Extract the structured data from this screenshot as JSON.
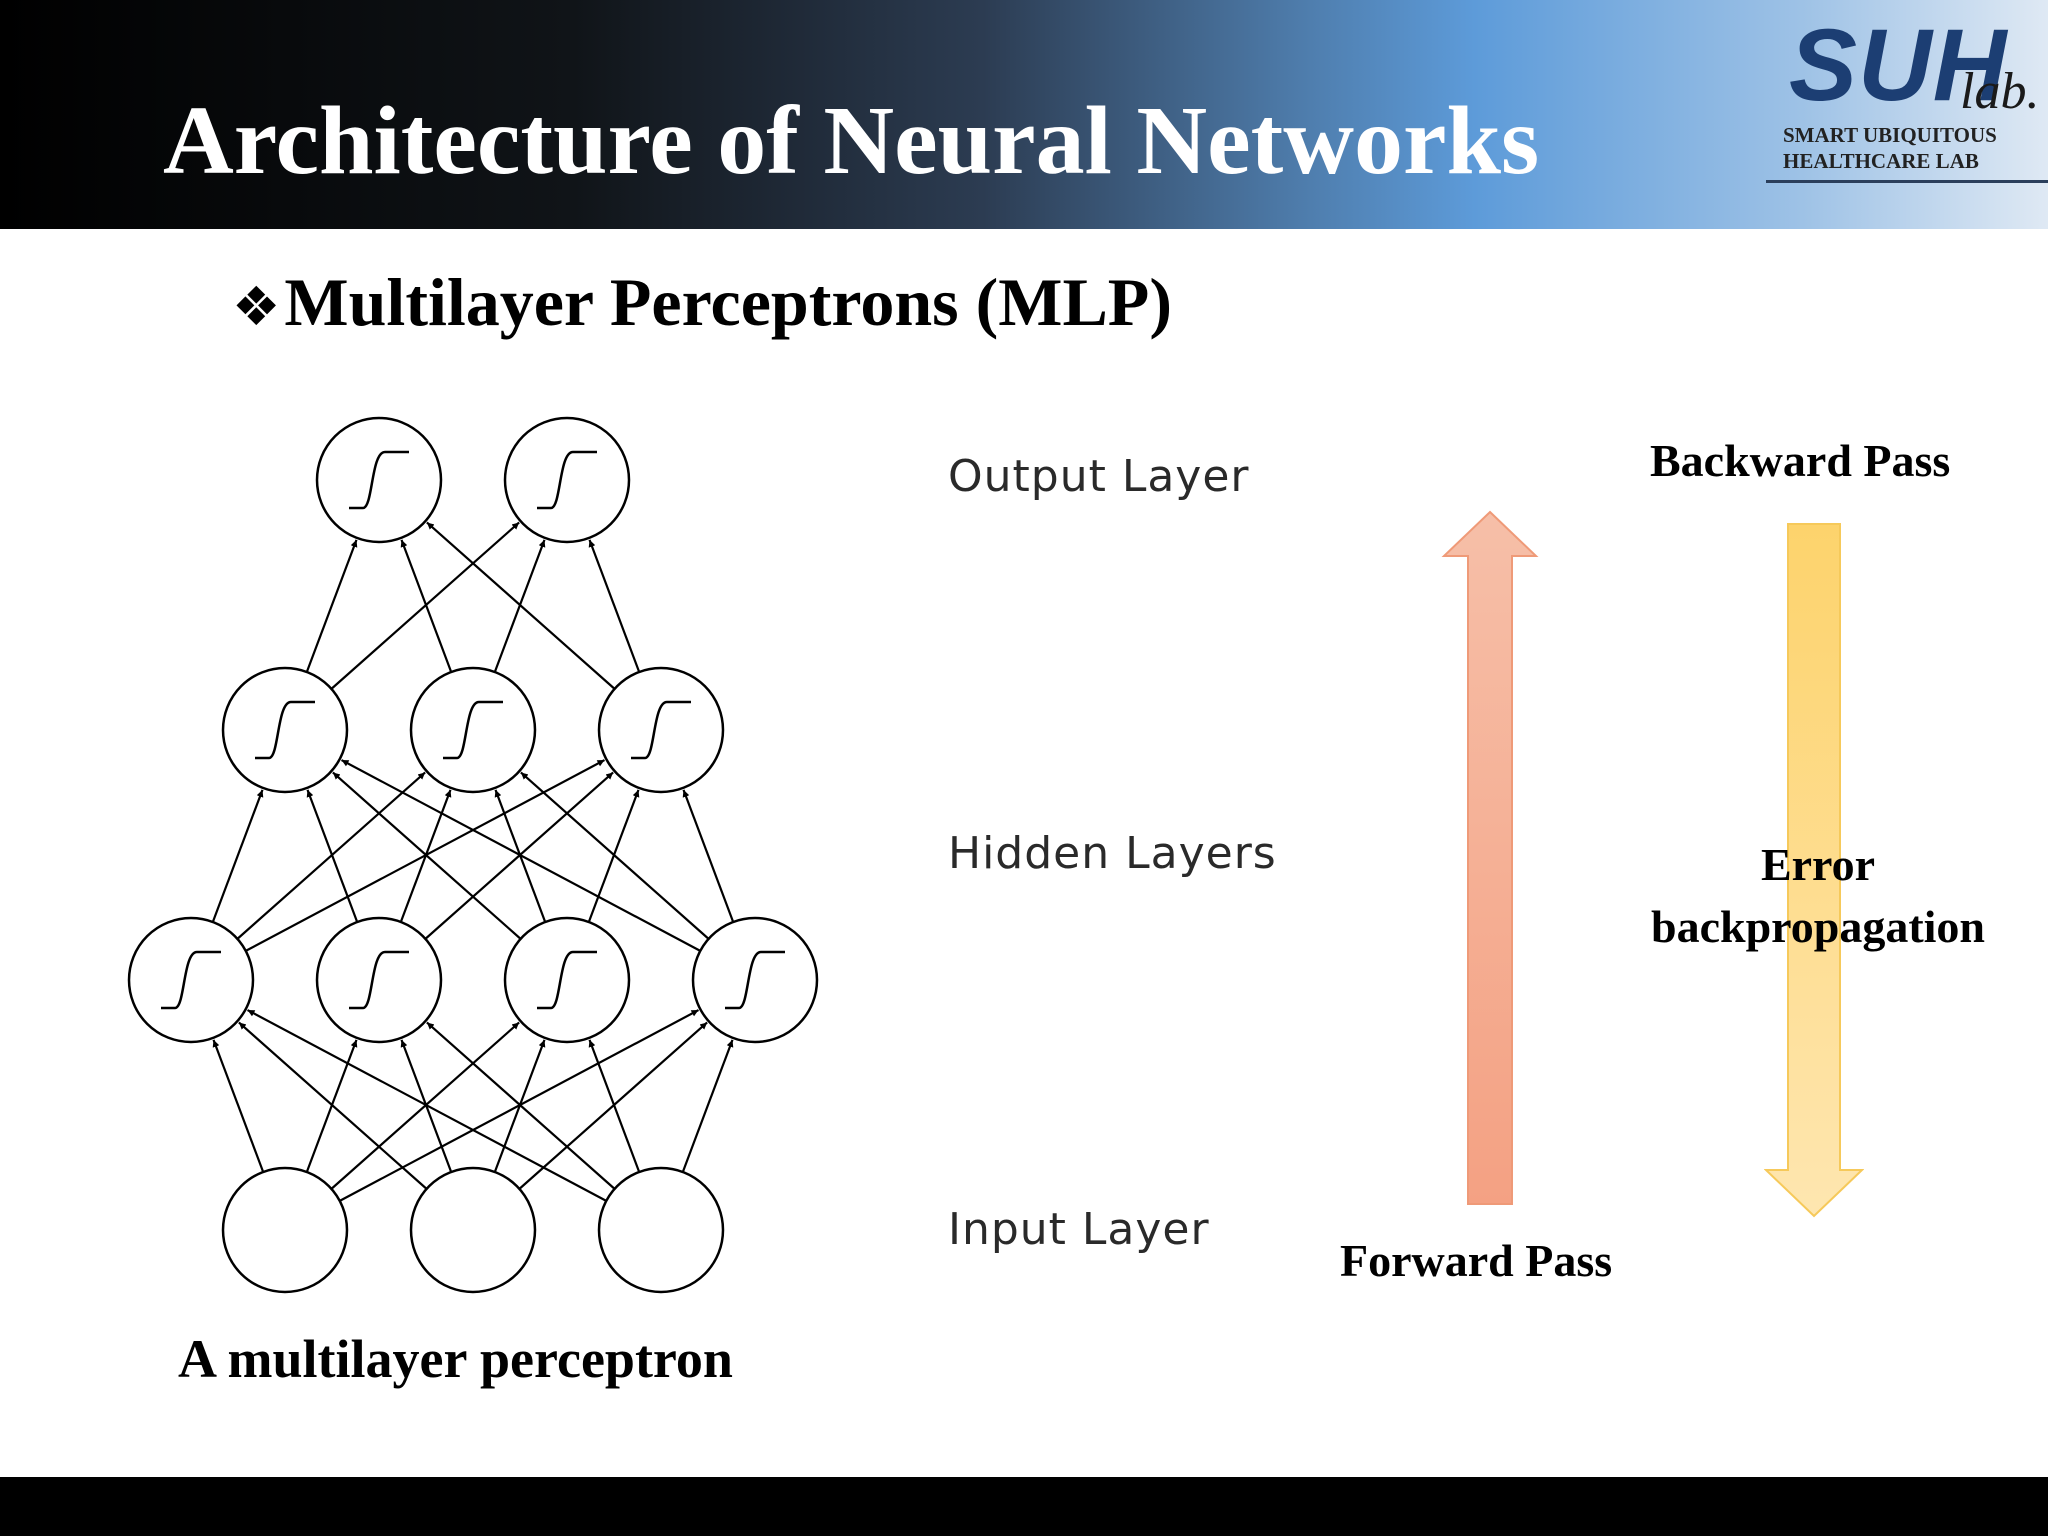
{
  "header": {
    "title": "Architecture of Neural Networks",
    "logo": {
      "main": "SUH",
      "lab": "lab.",
      "line1": "SMART UBIQUITOUS",
      "line2": "HEALTHCARE LAB"
    }
  },
  "subtitle": {
    "bullet": "❖",
    "text": "Multilayer Perceptrons (MLP)"
  },
  "diagram": {
    "layers": {
      "output": "Output Layer",
      "hidden": "Hidden Layers",
      "input": "Input Layer"
    },
    "node_counts": [
      3,
      4,
      3,
      2
    ],
    "caption": "A multilayer perceptron"
  },
  "passes": {
    "forward": "Forward Pass",
    "backward": "Backward Pass",
    "error_line1": "Error",
    "error_line2": "backpropagation",
    "forward_color": "#f4a183",
    "backward_color": "#fdd36c"
  },
  "colors": {
    "title_text": "#ffffff",
    "logo_blue": "#1c3e73",
    "footer": "#000000"
  }
}
